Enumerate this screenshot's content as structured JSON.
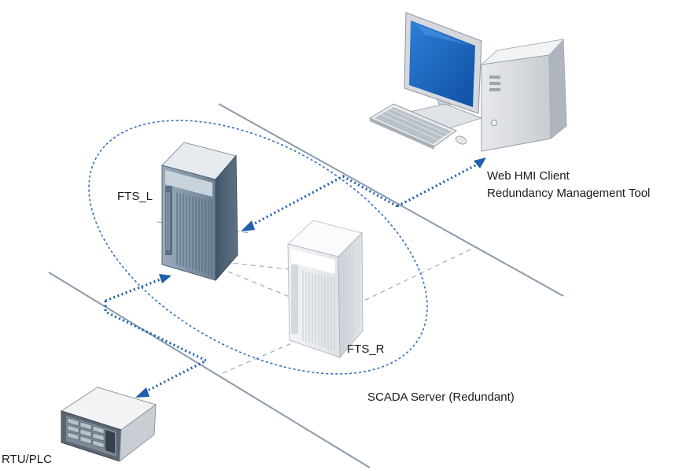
{
  "labels": {
    "fts_l": "FTS_L",
    "fts_r": "FTS_R",
    "web_hmi_client": "Web HMI Client",
    "redundancy_tool": "Redundancy Management Tool",
    "scada_server": "SCADA Server (Redundant)",
    "rtu_plc": "RTU/PLC"
  },
  "colors": {
    "network_line": "#8a9aab",
    "flow_arrow": "#1f5fae",
    "boundary": "#2f6fc0",
    "server_active": "#6e8497",
    "server_standby": "#e6e9ed"
  },
  "icons": [
    "workstation-icon",
    "server-tower-icon",
    "server-tower-standby-icon",
    "rtu-plc-rack-icon"
  ]
}
